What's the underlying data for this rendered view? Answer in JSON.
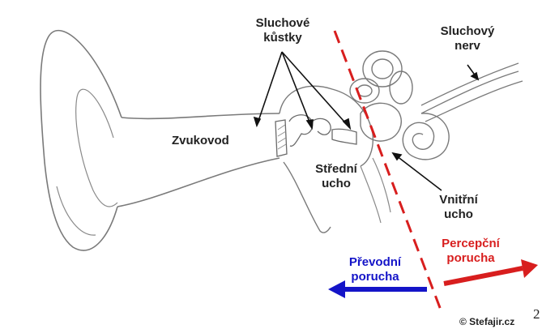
{
  "labels": {
    "ossicles_line1": "Sluchové",
    "ossicles_line2": "kůstky",
    "nerve_line1": "Sluchový",
    "nerve_line2": "nerv",
    "ear_canal": "Zvukovod",
    "middle_ear_line1": "Střední",
    "middle_ear_line2": "ucho",
    "inner_ear_line1": "Vnitřní",
    "inner_ear_line2": "ucho",
    "conductive_line1": "Převodní",
    "conductive_line2": "porucha",
    "sensorineural_line1": "Percepční",
    "sensorineural_line2": "porucha",
    "credit": "© Stefajir.cz",
    "page_number": "2"
  },
  "colors": {
    "conductive": "#1414c8",
    "sensorineural": "#d81e1e",
    "sketch": "#7a7a7a",
    "text": "#222222"
  }
}
